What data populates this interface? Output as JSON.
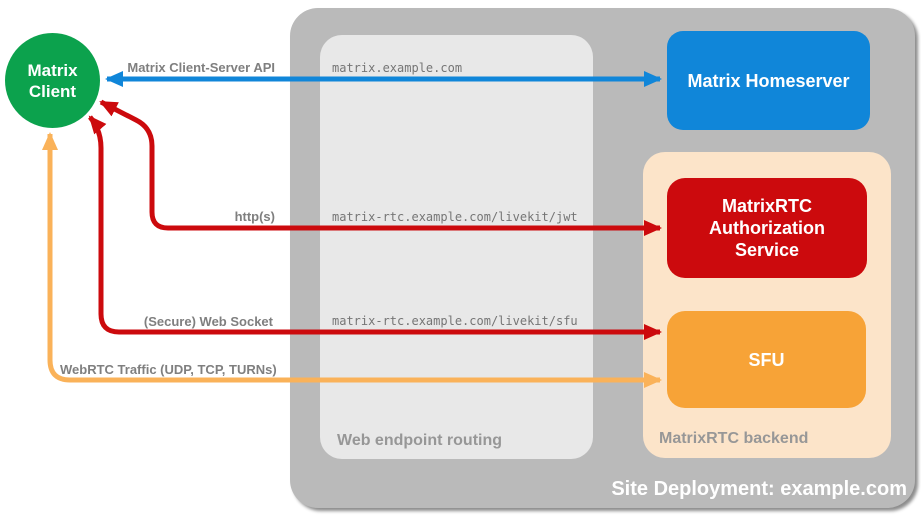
{
  "colors": {
    "green": "#0ca24d",
    "blue": "#1086d9",
    "red": "#cc0a0d",
    "orange": "#f7a337",
    "orange_arrow": "#fab259",
    "outer_gray": "#bababa",
    "inner_gray": "#e8e8e8",
    "peach": "#fce4c9",
    "label_gray": "#7f7f7f",
    "caption_gray": "#979797"
  },
  "client": {
    "line1": "Matrix",
    "line2": "Client"
  },
  "homeserver": {
    "label": "Matrix Homeserver"
  },
  "routing": {
    "caption": "Web endpoint routing",
    "endpoints": [
      "matrix.example.com",
      "matrix-rtc.example.com/livekit/jwt",
      "matrix-rtc.example.com/livekit/sfu"
    ]
  },
  "backend": {
    "caption": "MatrixRTC backend",
    "auth": {
      "label": "MatrixRTC Authorization Service"
    },
    "sfu": {
      "label": "SFU"
    }
  },
  "deployment": {
    "caption": "Site Deployment: example.com"
  },
  "arrows": [
    {
      "name": "matrix-client-server-api",
      "label": "Matrix Client-Server API",
      "color": "#1086d9"
    },
    {
      "name": "https",
      "label": "http(s)",
      "color": "#cc0a0d"
    },
    {
      "name": "secure-web-socket",
      "label": "(Secure) Web Socket",
      "color": "#cc0a0d"
    },
    {
      "name": "webrtc-traffic",
      "label": "WebRTC Traffic (UDP, TCP, TURNs)",
      "color": "#fab259"
    }
  ]
}
